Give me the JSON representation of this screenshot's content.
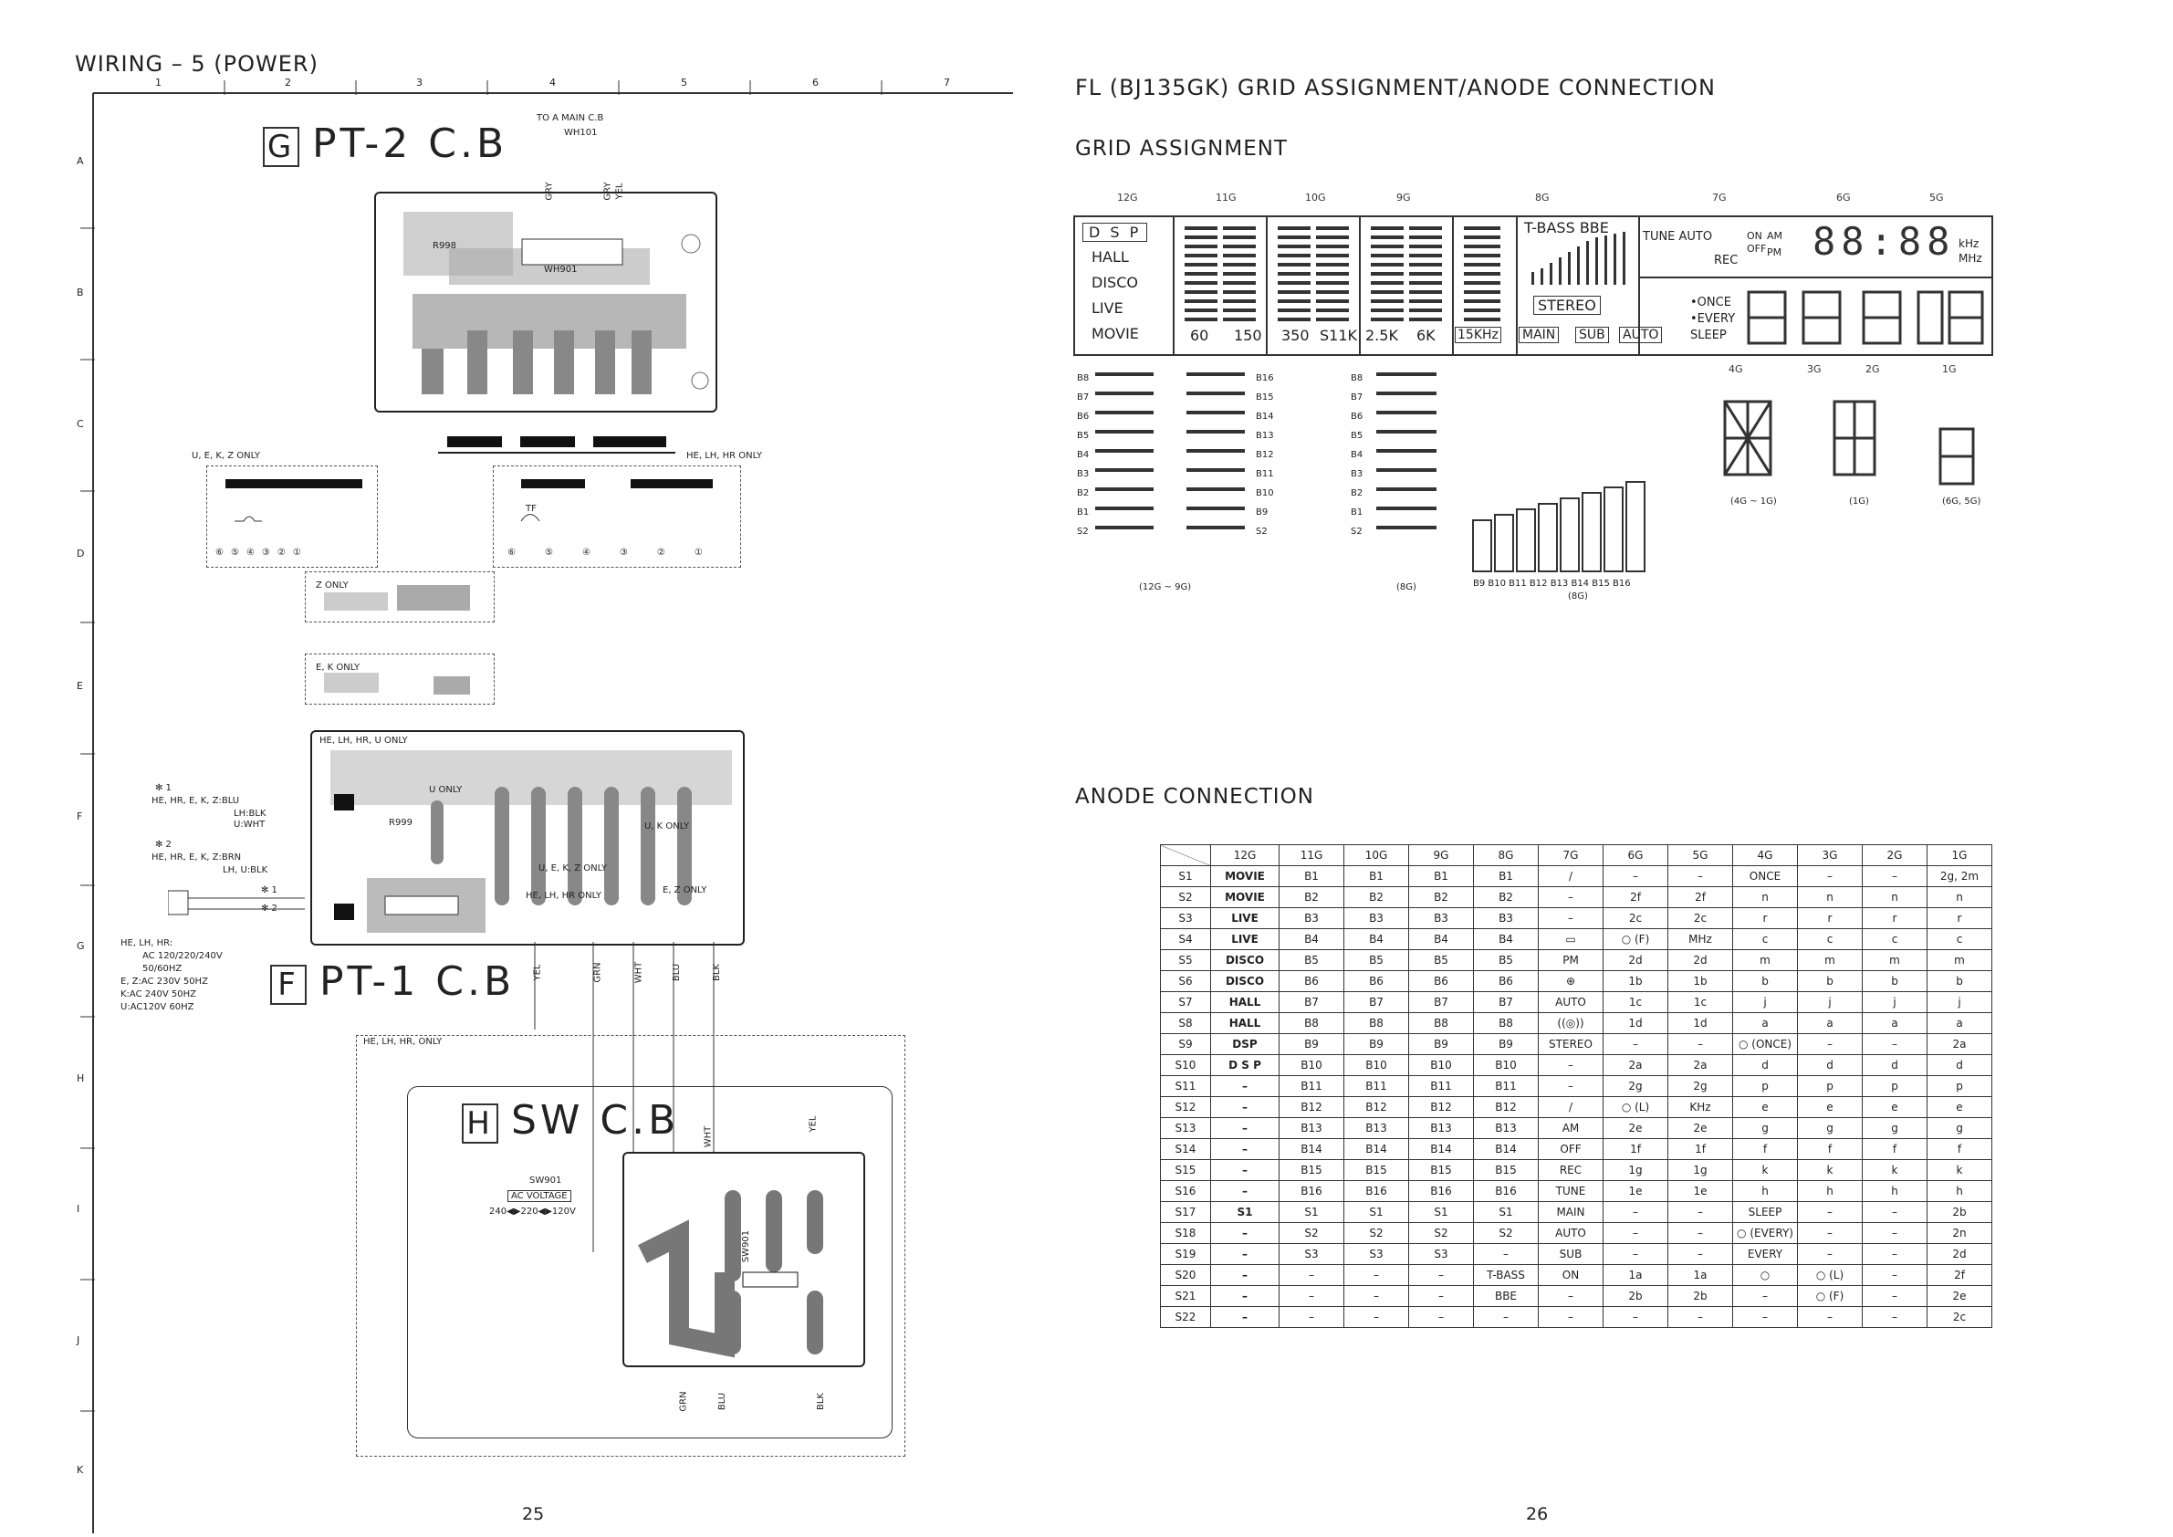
{
  "left_page": {
    "title": "WIRING – 5 (POWER)",
    "col_numbers": [
      "1",
      "2",
      "3",
      "4",
      "5",
      "6",
      "7"
    ],
    "row_letters": [
      "A",
      "B",
      "C",
      "D",
      "E",
      "F",
      "G",
      "H",
      "I",
      "J",
      "K"
    ],
    "board_g": {
      "letter": "G",
      "name": "PT-2 C.B"
    },
    "board_f": {
      "letter": "F",
      "name": "PT-1 C.B"
    },
    "board_h": {
      "letter": "H",
      "name": "SW C.B"
    },
    "to_main": "TO A MAIN C.B",
    "wh101": "WH101",
    "wh901": "WH901",
    "r998": "R998",
    "r999": "R999",
    "gry_label": "GRY",
    "yel_label": "YEL",
    "uekz_only": "U, E, K, Z ONLY",
    "helhhr_only": "HE, LH, HR ONLY",
    "z_only": "Z ONLY",
    "ek_only": "E, K ONLY",
    "helhu_only": "HE, LH, HR, U ONLY",
    "u_only": "U ONLY",
    "uk_only": "U, K ONLY",
    "uekz_only2": "U, E, K, Z ONLY",
    "ez_only": "E, Z ONLY",
    "helhhr_only2": "HE, LH, HR ONLY",
    "helhhr_only3": "HE, LH, HR, ONLY",
    "tf": "TF",
    "note1_head": "✻ 1",
    "note1_l1": "HE, HR, E, K, Z:BLU",
    "note1_l2": "LH:BLK",
    "note1_l3": "U:WHT",
    "note2_head": "✻ 2",
    "note2_l1": "HE, HR, E, K, Z:BRN",
    "note2_l2": "LH, U:BLK",
    "plug1": "✻ 1",
    "plug2": "✻ 2",
    "ac_l1": "HE, LH, HR:",
    "ac_l2": "AC 120/220/240V",
    "ac_l3": "50/60HZ",
    "ac_l4": "E, Z:AC 230V 50HZ",
    "ac_l5": "K:AC 240V 50HZ",
    "ac_l6": "U:AC120V 60HZ",
    "wires_f": [
      "YEL",
      "GRN",
      "WHT",
      "BLU",
      "BLK"
    ],
    "sw_label": "SW901",
    "ac_voltage": "AC VOLTAGE",
    "voltages": "240◀▶220◀▶120V",
    "sw_wht": "WHT",
    "sw_yel": "YEL",
    "sw_bottom": [
      "GRN",
      "BLU",
      "BLK"
    ],
    "connector_pins": [
      "⑥",
      "⑤",
      "④",
      "③",
      "②",
      "①"
    ],
    "page_number": "25"
  },
  "right_page": {
    "title": "FL (BJ135GK) GRID ASSIGNMENT/ANODE CONNECTION",
    "grid_title": "GRID ASSIGNMENT",
    "grid_headers": [
      "12G",
      "11G",
      "10G",
      "9G",
      "8G",
      "7G",
      "6G",
      "5G"
    ],
    "fl_dsp": "D S P",
    "fl_modes": [
      "HALL",
      "DISCO",
      "LIVE",
      "MOVIE"
    ],
    "fl_freqs": [
      "60",
      "150",
      "350",
      "S11K",
      "2.5K",
      "6K",
      "15KHz"
    ],
    "fl_tbass": "T-BASS BBE",
    "fl_stereo": "STEREO",
    "fl_main": "MAIN",
    "fl_sub": "SUB",
    "fl_auto": "AUTO",
    "fl_tune": "TUNE AUTO",
    "fl_on": "ON",
    "fl_off": "OFF",
    "fl_am": "AM",
    "fl_pm": "PM",
    "fl_rec": "REC",
    "fl_khz": "kHz",
    "fl_mhz": "MHz",
    "fl_once": "•ONCE",
    "fl_every": "•EVERY",
    "fl_sleep": "SLEEP",
    "fl_digits": "88:88",
    "fl_lower_grids": [
      "4G",
      "3G",
      "2G",
      "1G"
    ],
    "grid_col_bs_left": [
      "B8",
      "B7",
      "B6",
      "B5",
      "B4",
      "B3",
      "B2",
      "B1",
      "S2"
    ],
    "grid_col_bs_right": [
      "B16",
      "B15",
      "B14",
      "B13",
      "B12",
      "B11",
      "B10",
      "B9",
      "S2"
    ],
    "grid_note_1": "(12G ~ 9G)",
    "grid_note_2": "(8G)",
    "grid_note_3": "(8G)",
    "grid_note_4": "(4G ~ 1G)",
    "grid_note_5": "(1G)",
    "grid_note_6": "(6G, 5G)",
    "bar_labels": "B9 B10 B11 B12 B13 B14 B15 B16",
    "anode_title": "ANODE CONNECTION",
    "anode_headers": [
      "12G",
      "11G",
      "10G",
      "9G",
      "8G",
      "7G",
      "6G",
      "5G",
      "4G",
      "3G",
      "2G",
      "1G"
    ],
    "anode_rows": [
      [
        "S1",
        "MOVIE",
        "B1",
        "B1",
        "B1",
        "B1",
        "/",
        "–",
        "–",
        "ONCE",
        "–",
        "–",
        "2g, 2m"
      ],
      [
        "S2",
        "MOVIE",
        "B2",
        "B2",
        "B2",
        "B2",
        "–",
        "2f",
        "2f",
        "n",
        "n",
        "n",
        "n"
      ],
      [
        "S3",
        "LIVE",
        "B3",
        "B3",
        "B3",
        "B3",
        "–",
        "2c",
        "2c",
        "r",
        "r",
        "r",
        "r"
      ],
      [
        "S4",
        "LIVE",
        "B4",
        "B4",
        "B4",
        "B4",
        "▭",
        "○ (F)",
        "MHz",
        "c",
        "c",
        "c",
        "c"
      ],
      [
        "S5",
        "DISCO",
        "B5",
        "B5",
        "B5",
        "B5",
        "PM",
        "2d",
        "2d",
        "m",
        "m",
        "m",
        "m"
      ],
      [
        "S6",
        "DISCO",
        "B6",
        "B6",
        "B6",
        "B6",
        "⊕",
        "1b",
        "1b",
        "b",
        "b",
        "b",
        "b"
      ],
      [
        "S7",
        "HALL",
        "B7",
        "B7",
        "B7",
        "B7",
        "AUTO",
        "1c",
        "1c",
        "j",
        "j",
        "j",
        "j"
      ],
      [
        "S8",
        "HALL",
        "B8",
        "B8",
        "B8",
        "B8",
        "((◎))",
        "1d",
        "1d",
        "a",
        "a",
        "a",
        "a"
      ],
      [
        "S9",
        "DSP",
        "B9",
        "B9",
        "B9",
        "B9",
        "STEREO",
        "–",
        "–",
        "○ (ONCE)",
        "–",
        "–",
        "2a"
      ],
      [
        "S10",
        "D S P",
        "B10",
        "B10",
        "B10",
        "B10",
        "–",
        "2a",
        "2a",
        "d",
        "d",
        "d",
        "d"
      ],
      [
        "S11",
        "–",
        "B11",
        "B11",
        "B11",
        "B11",
        "–",
        "2g",
        "2g",
        "p",
        "p",
        "p",
        "p"
      ],
      [
        "S12",
        "–",
        "B12",
        "B12",
        "B12",
        "B12",
        "/",
        "○ (L)",
        "KHz",
        "e",
        "e",
        "e",
        "e"
      ],
      [
        "S13",
        "–",
        "B13",
        "B13",
        "B13",
        "B13",
        "AM",
        "2e",
        "2e",
        "g",
        "g",
        "g",
        "g"
      ],
      [
        "S14",
        "–",
        "B14",
        "B14",
        "B14",
        "B14",
        "OFF",
        "1f",
        "1f",
        "f",
        "f",
        "f",
        "f"
      ],
      [
        "S15",
        "–",
        "B15",
        "B15",
        "B15",
        "B15",
        "REC",
        "1g",
        "1g",
        "k",
        "k",
        "k",
        "k"
      ],
      [
        "S16",
        "–",
        "B16",
        "B16",
        "B16",
        "B16",
        "TUNE",
        "1e",
        "1e",
        "h",
        "h",
        "h",
        "h"
      ],
      [
        "S17",
        "S1",
        "S1",
        "S1",
        "S1",
        "S1",
        "MAIN",
        "–",
        "–",
        "SLEEP",
        "–",
        "–",
        "2b"
      ],
      [
        "S18",
        "–",
        "S2",
        "S2",
        "S2",
        "S2",
        "AUTO",
        "–",
        "–",
        "○ (EVERY)",
        "–",
        "–",
        "2n"
      ],
      [
        "S19",
        "–",
        "S3",
        "S3",
        "S3",
        "–",
        "SUB",
        "–",
        "–",
        "EVERY",
        "–",
        "–",
        "2d"
      ],
      [
        "S20",
        "–",
        "–",
        "–",
        "–",
        "T-BASS",
        "ON",
        "1a",
        "1a",
        "○",
        "○ (L)",
        "–",
        "2f"
      ],
      [
        "S21",
        "–",
        "–",
        "–",
        "–",
        "BBE",
        "–",
        "2b",
        "2b",
        "–",
        "○ (F)",
        "–",
        "2e"
      ],
      [
        "S22",
        "–",
        "–",
        "–",
        "–",
        "–",
        "–",
        "–",
        "–",
        "–",
        "–",
        "–",
        "2c"
      ]
    ],
    "page_number": "26"
  }
}
